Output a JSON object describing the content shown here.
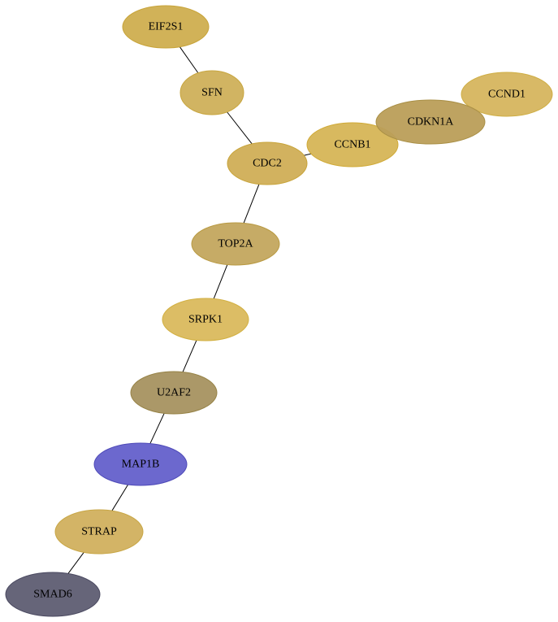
{
  "nodes": [
    {
      "id": "EIF2S1",
      "label": "EIF2S1",
      "fill": "#cfae4f",
      "stroke": "#c8a43a"
    },
    {
      "id": "SFN",
      "label": "SFN",
      "fill": "#cfb05a",
      "stroke": "#c8a63f"
    },
    {
      "id": "CDC2",
      "label": "CDC2",
      "fill": "#d0ae56",
      "stroke": "#c8a43a"
    },
    {
      "id": "CCNB1",
      "label": "CCNB1",
      "fill": "#d6b556",
      "stroke": "#d0aa36"
    },
    {
      "id": "CDKN1A",
      "label": "CDKN1A",
      "fill": "#bb9e58",
      "stroke": "#a98f45"
    },
    {
      "id": "CCND1",
      "label": "CCND1",
      "fill": "#d6b55e",
      "stroke": "#cfae44"
    },
    {
      "id": "TOP2A",
      "label": "TOP2A",
      "fill": "#c3a75e",
      "stroke": "#b99a42"
    },
    {
      "id": "SRPK1",
      "label": "SRPK1",
      "fill": "#dab95d",
      "stroke": "#d2b042"
    },
    {
      "id": "U2AF2",
      "label": "U2AF2",
      "fill": "#a69260",
      "stroke": "#978347"
    },
    {
      "id": "MAP1B",
      "label": "MAP1B",
      "fill": "#6460cb",
      "stroke": "#4e4ab8"
    },
    {
      "id": "STRAP",
      "label": "STRAP",
      "fill": "#d1b05e",
      "stroke": "#c8a645"
    },
    {
      "id": "SMAD6",
      "label": "SMAD6",
      "fill": "#5e5d72",
      "stroke": "#4a4960"
    }
  ],
  "edges": [
    {
      "from": "EIF2S1",
      "to": "SFN"
    },
    {
      "from": "SFN",
      "to": "CDC2"
    },
    {
      "from": "CDC2",
      "to": "CCNB1"
    },
    {
      "from": "CDC2",
      "to": "TOP2A"
    },
    {
      "from": "TOP2A",
      "to": "SRPK1"
    },
    {
      "from": "SRPK1",
      "to": "U2AF2"
    },
    {
      "from": "U2AF2",
      "to": "MAP1B"
    },
    {
      "from": "MAP1B",
      "to": "STRAP"
    },
    {
      "from": "STRAP",
      "to": "SMAD6"
    }
  ]
}
